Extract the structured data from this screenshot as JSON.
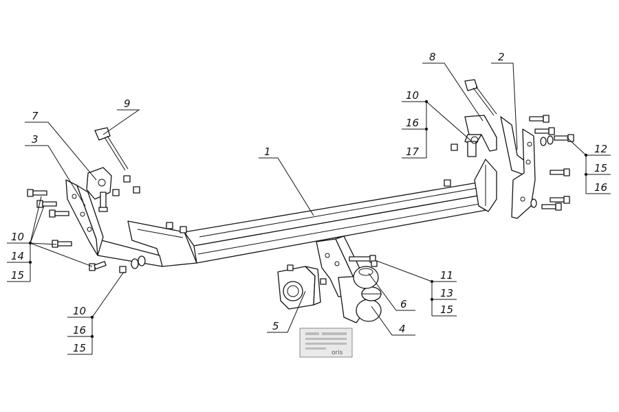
{
  "callouts": {
    "c1": "1",
    "c2": "2",
    "c3": "3",
    "c4": "4",
    "c5": "5",
    "c6": "6",
    "c7": "7",
    "c8": "8",
    "c9": "9",
    "left_stack_a": [
      "10",
      "14",
      "15"
    ],
    "left_stack_b": [
      "10",
      "16",
      "15"
    ],
    "right_stack_a": [
      "10",
      "16",
      "17"
    ],
    "right_stack_b": [
      "12",
      "15",
      "16"
    ],
    "right_stack_c": [
      "11",
      "13",
      "15"
    ]
  },
  "nameplate": {
    "brand": "oris"
  }
}
